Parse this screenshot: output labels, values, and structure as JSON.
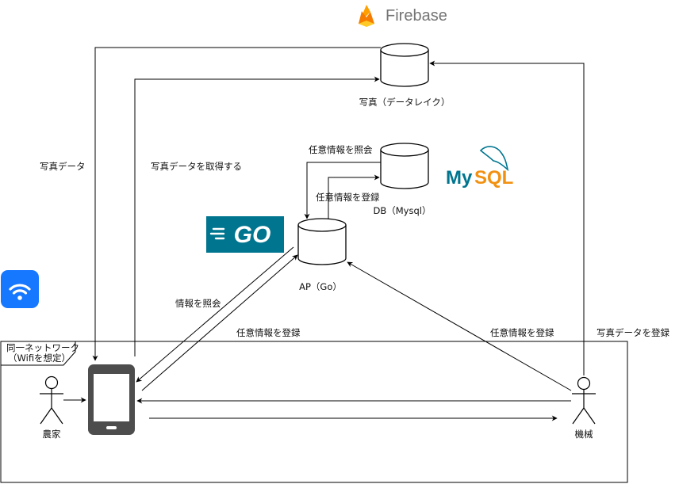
{
  "brands": {
    "firebase": "Firebase",
    "mysql_my": "My",
    "mysql_sql": "SQL",
    "go": "GO"
  },
  "nodes": {
    "firebase_storage": "写真（データレイク）",
    "db": "DB（Mysql）",
    "ap": "AP（Go）",
    "farmer": "農家",
    "machine": "機械"
  },
  "group": {
    "title": "同一ネットワーク",
    "subtitle": "（Wifiを想定）"
  },
  "edges": {
    "photo_data_left": "写真データ",
    "get_photo_data": "写真データを取得する",
    "query_any_info": "任意情報を照会",
    "register_any_info_db": "任意情報を登録",
    "query_info": "情報を照会",
    "register_any_info_phone": "任意情報を登録",
    "register_any_info_machine": "任意情報を登録",
    "register_photo_data": "写真データを登録"
  },
  "colors": {
    "stroke": "#000000",
    "firebase_yellow": "#FFCA28",
    "firebase_orange": "#F57C00",
    "mysql_blue": "#00758F",
    "mysql_orange": "#F29111",
    "go_bg": "#00758F",
    "wifi_blue": "#1677FF",
    "phone_gray": "#4D4D4D"
  }
}
